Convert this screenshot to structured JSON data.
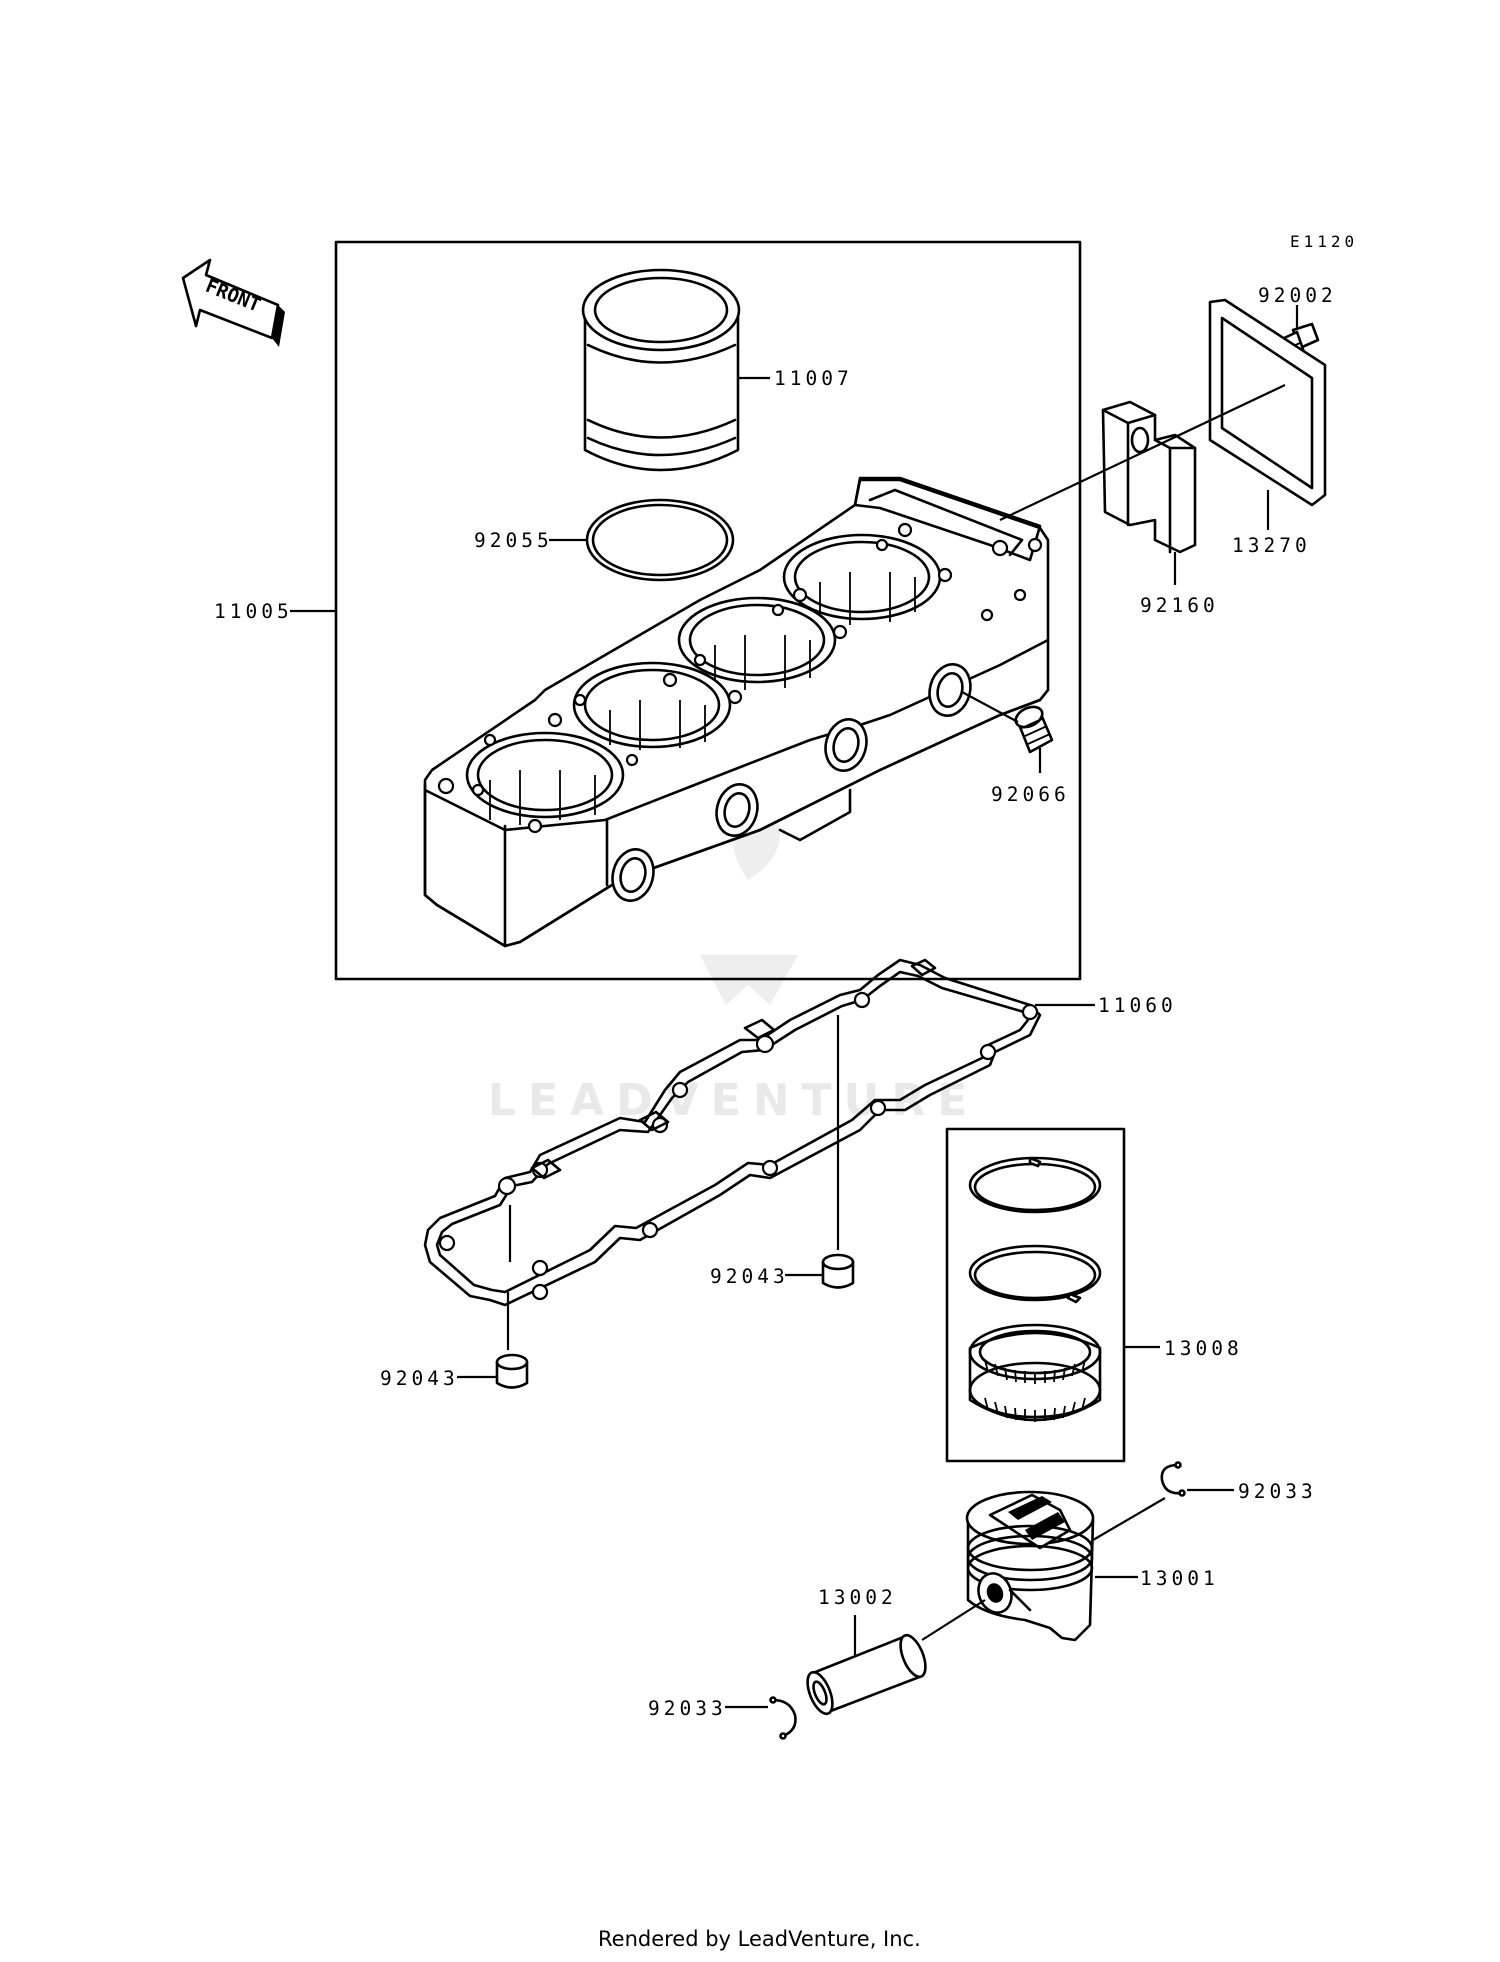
{
  "diagram_code": "E1120",
  "front_label": "FRONT",
  "watermark": "LEADVENTURE",
  "footer": "Rendered by LeadVenture, Inc.",
  "parts": {
    "p11007": "11007",
    "p92055": "92055",
    "p11005": "11005",
    "p92066": "92066",
    "p92002": "92002",
    "p13270": "13270",
    "p92160": "92160",
    "p11060": "11060",
    "p92043_right": "92043",
    "p92043_left": "92043",
    "p13008": "13008",
    "p92033_right": "92033",
    "p13001": "13001",
    "p13002": "13002",
    "p92033_left": "92033"
  }
}
